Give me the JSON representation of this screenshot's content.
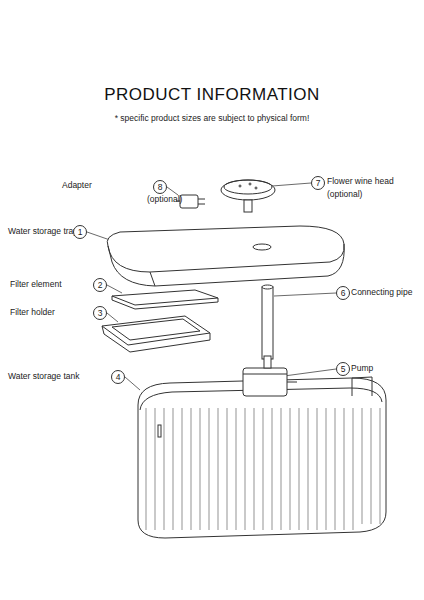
{
  "diagram": {
    "title": "PRODUCT INFORMATION",
    "nodes": [
      {
        "text": [
          "8"
        ]
      },
      {
        "text": [
          "7"
        ]
      },
      {
        "text": [
          "1"
        ]
      },
      {
        "text": [
          "2"
        ]
      },
      {
        "text": [
          "3"
        ]
      },
      {
        "text": [
          "6"
        ]
      },
      {
        "text": [
          "5"
        ]
      },
      {
        "text": [
          "4"
        ]
      }
    ],
    "labels": [
      "* specific product sizes are subject to physical form!",
      "Adapter",
      "(optional)",
      "Flower wine head",
      "(optional)",
      "Water storage tray",
      "Filter element",
      "Filter holder",
      "Connecting pipe",
      "Pump",
      "Water storage tank"
    ]
  }
}
